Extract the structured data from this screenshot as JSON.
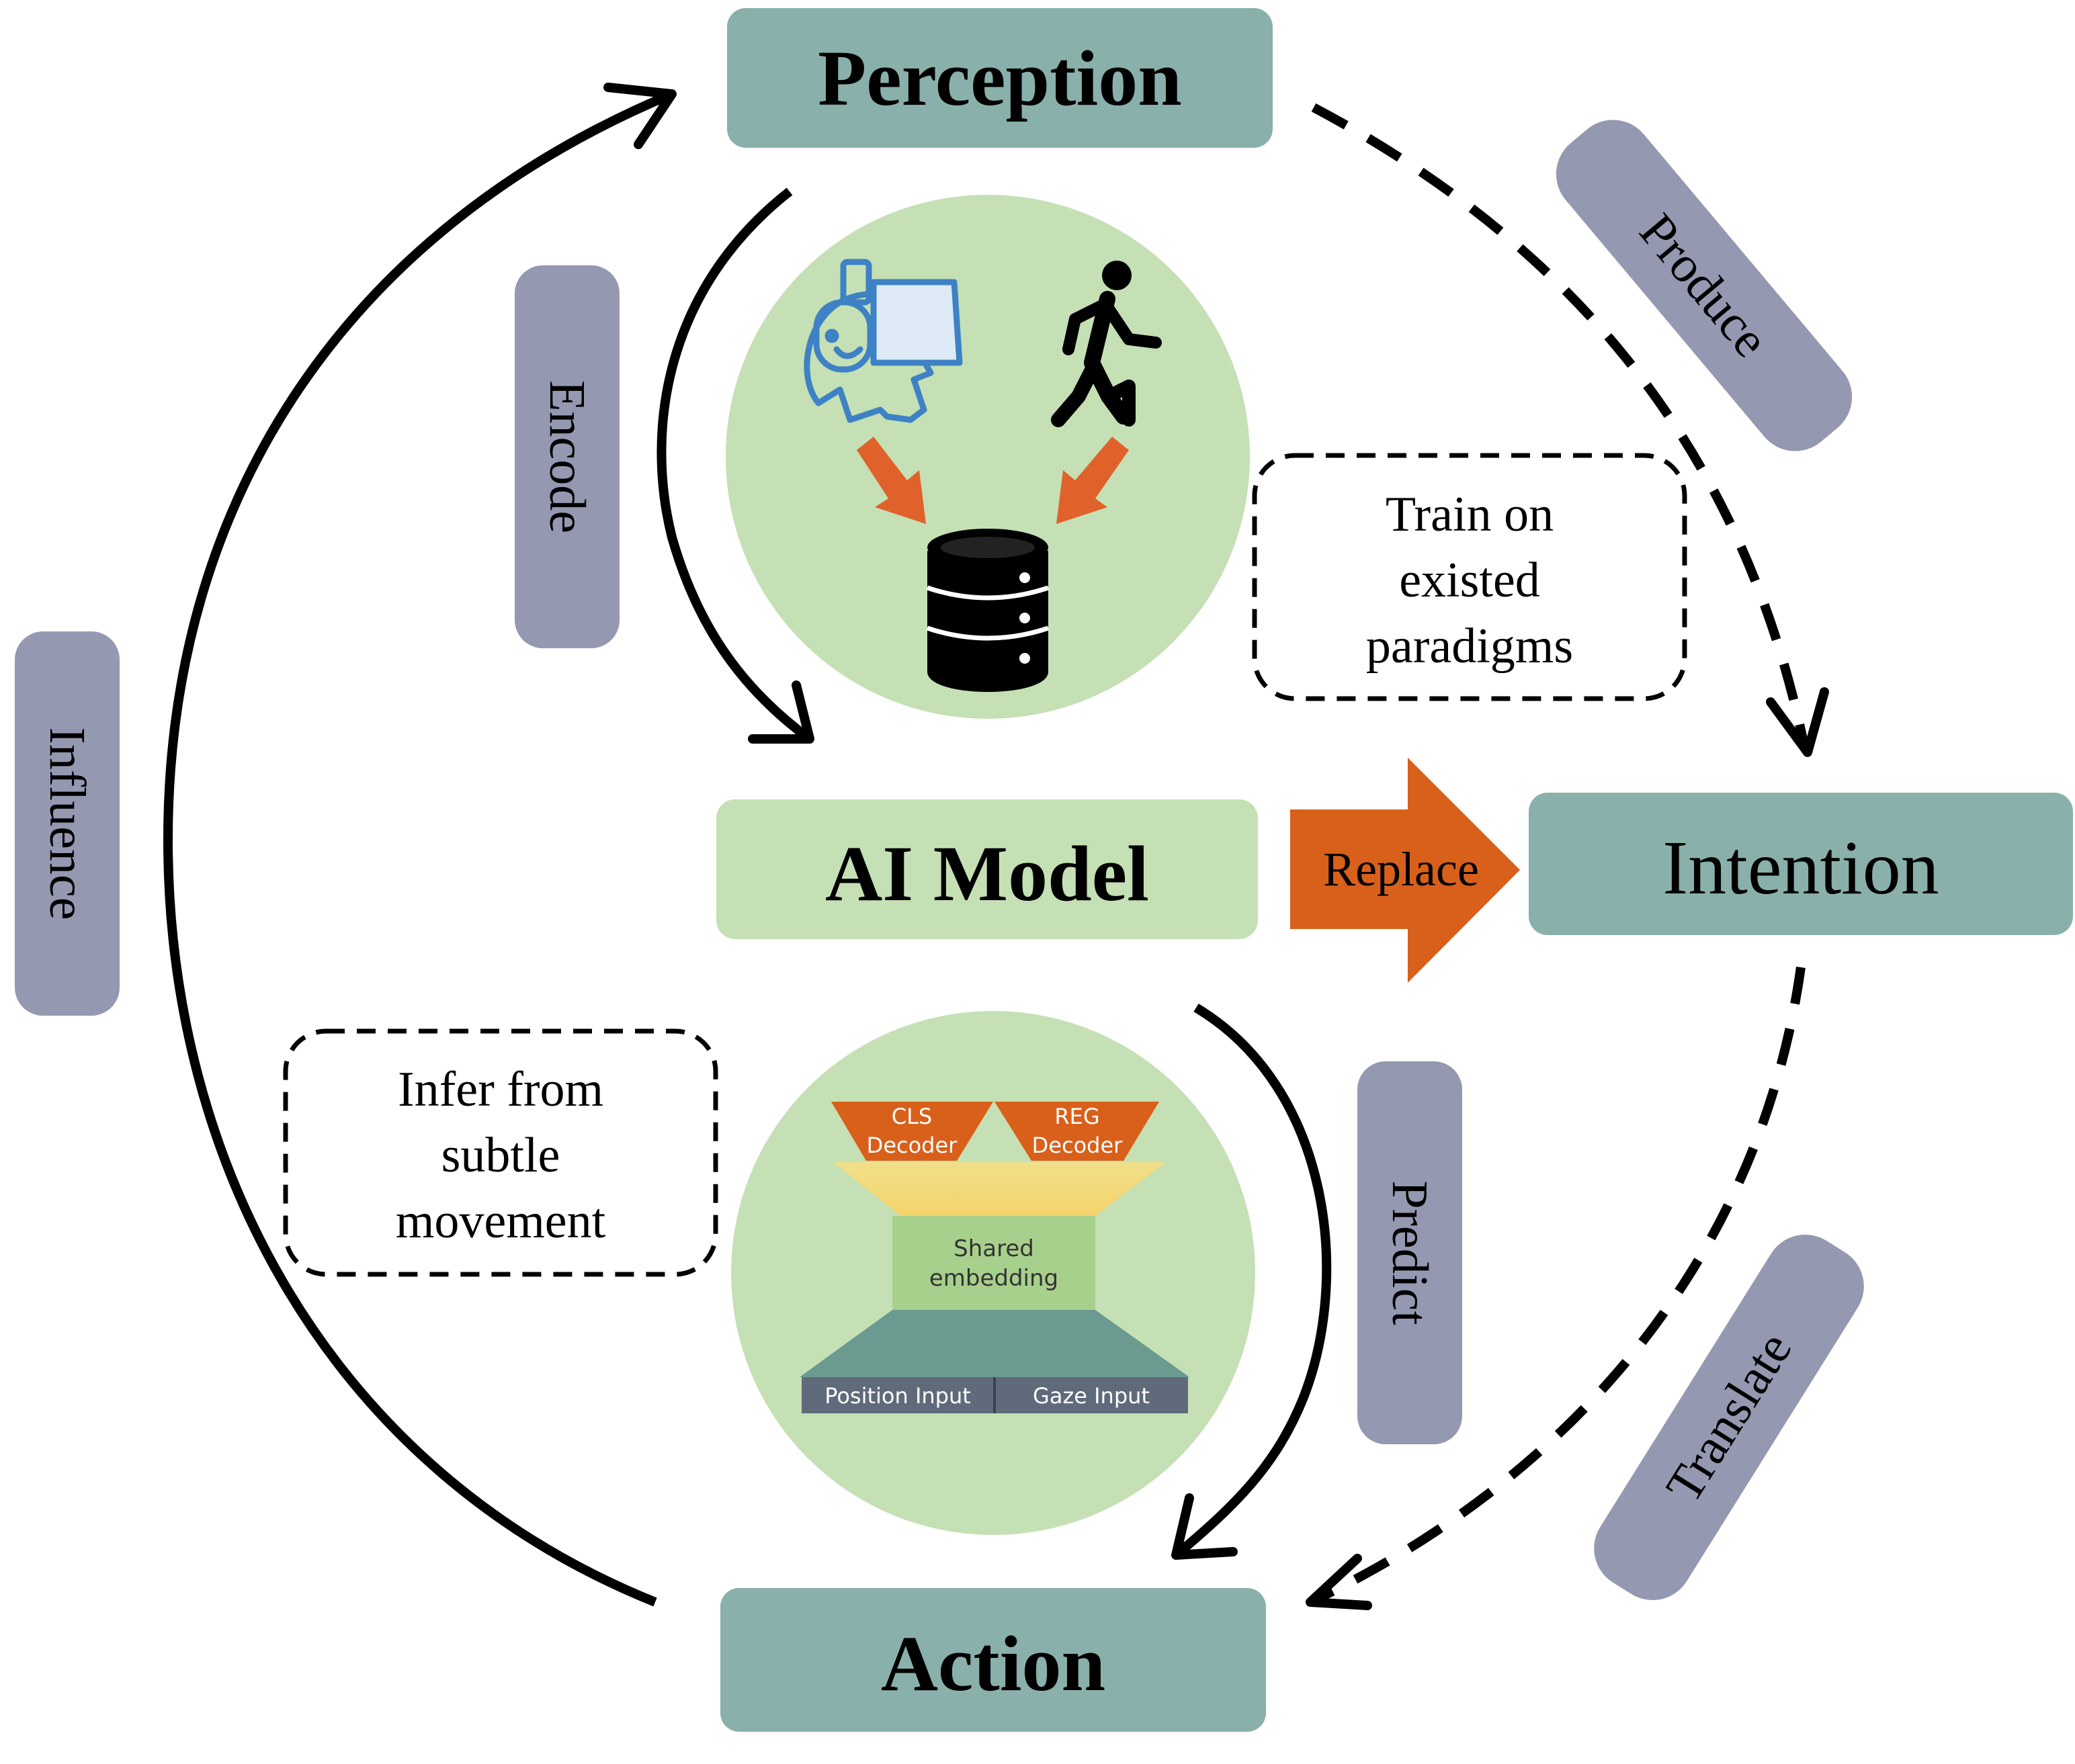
{
  "nodes": {
    "perception": "Perception",
    "ai_model": "AI Model",
    "intention": "Intention",
    "action": "Action"
  },
  "relations": {
    "encode": "Encode",
    "produce": "Produce",
    "influence": "Influence",
    "predict": "Predict",
    "translate": "Translate",
    "replace": "Replace"
  },
  "notes": {
    "train": [
      "Train on",
      "existed",
      "paradigms"
    ],
    "infer": [
      "Infer from",
      "subtle",
      "movement"
    ]
  },
  "model_architecture": {
    "cls_decoder": [
      "CLS",
      "Decoder"
    ],
    "reg_decoder": [
      "REG",
      "Decoder"
    ],
    "shared_embedding": [
      "Shared",
      "embedding"
    ],
    "position_input": "Position Input",
    "gaze_input": "Gaze Input"
  },
  "icons": [
    "vr-headset-user-icon",
    "walking-person-icon",
    "database-icon"
  ],
  "colors": {
    "node_teal": "#89b0aa",
    "ai_model_green": "#c5e0b4",
    "circle_green": "#c5e0b4",
    "label_purple": "#9498b0",
    "orange": "#d9601a",
    "vr_blue": "#3e82c5",
    "decoder_orange": "#d9601a",
    "embedding_green": "#a8d08d",
    "input_dark_teal": "#6a9a90",
    "input_bar": "#5f6b7a"
  }
}
